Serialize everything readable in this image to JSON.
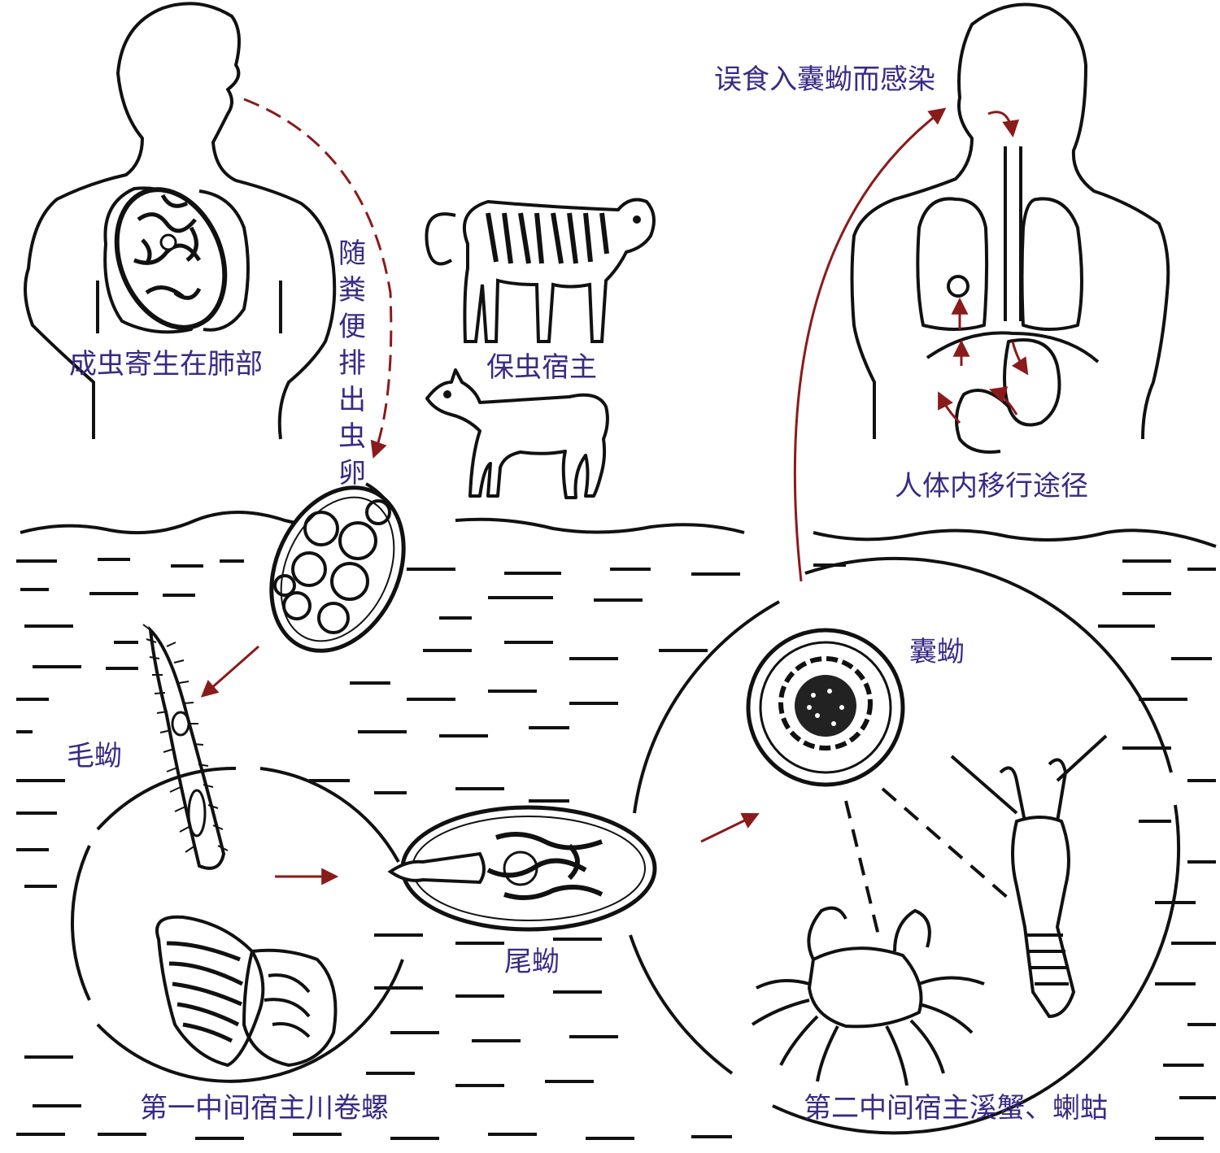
{
  "labels": {
    "adult_in_lung": "成虫寄生在肺部",
    "eggs_in_feces": "随粪便排出虫卵",
    "reservoir_host": "保虫宿主",
    "infection_route": "误食入囊蚴而感染",
    "migration_path": "人体内移行途径",
    "miracidium": "毛蚴",
    "cercaria": "尾蚴",
    "metacercaria": "囊蚴",
    "first_host": "第一中间宿主川卷螺",
    "second_host": "第二中间宿主溪蟹、蝲蛄"
  },
  "colors": {
    "label_text": "#3a2a86",
    "arrow": "#8b1a1a",
    "outline": "#111111"
  }
}
